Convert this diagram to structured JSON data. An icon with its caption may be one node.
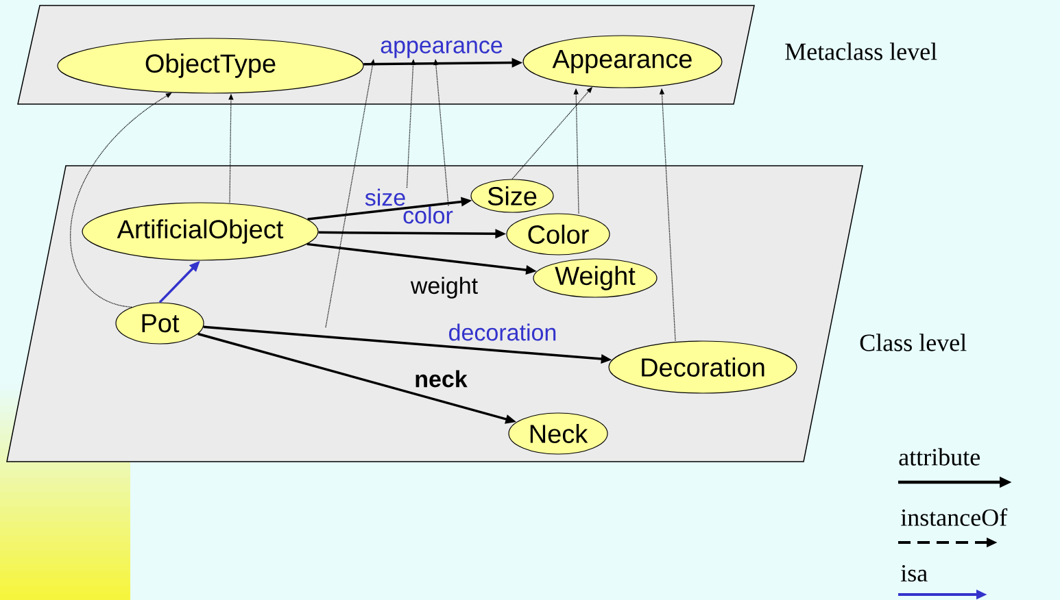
{
  "diagram": {
    "nodes": [
      {
        "text": [
          "Metaclass level"
        ]
      },
      {
        "text": [
          "ObjectType"
        ],
        "in": 0
      },
      {
        "text": [
          "Appearance"
        ],
        "in": 0
      },
      {
        "text": [
          "appearance"
        ],
        "in": 0
      },
      {
        "text": [
          "Class level"
        ]
      },
      {
        "text": [
          "ArtificialObject"
        ],
        "in": 4
      },
      {
        "text": [
          "size"
        ],
        "in": 4
      },
      {
        "text": [
          "Size"
        ],
        "in": 4
      },
      {
        "text": [
          "color"
        ],
        "in": 4
      },
      {
        "text": [
          "Color"
        ],
        "in": 4
      },
      {
        "text": [
          "Weight"
        ],
        "in": 4
      },
      {
        "text": [
          "Pot"
        ],
        "in": 4
      },
      {
        "text": [
          "Decoration"
        ],
        "in": 4
      },
      {
        "text": [
          "Neck"
        ],
        "in": 4
      }
    ],
    "edges": [
      {
        "from": 1,
        "to": 2,
        "arrow": "to"
      },
      {
        "from": 5,
        "to": 7,
        "arrow": "to"
      },
      {
        "from": 5,
        "to": 9,
        "arrow": "to"
      },
      {
        "from": 5,
        "to": 10,
        "arrow": "to",
        "label": "weight"
      },
      {
        "from": 11,
        "to": 12,
        "arrow": "to",
        "label": "decoration"
      },
      {
        "from": 11,
        "to": 13,
        "arrow": "to",
        "label": "neck"
      },
      {
        "from": 11,
        "to": 5,
        "arrow": "to",
        "color": "#3333cc"
      },
      {
        "from": 5,
        "to": 1,
        "arrow": "to",
        "style": "dashed"
      },
      {
        "from": 11,
        "to": 1,
        "arrow": "to",
        "style": "dashed"
      },
      {
        "from": 7,
        "to": 2,
        "arrow": "to",
        "style": "dashed"
      },
      {
        "from": 9,
        "to": 2,
        "arrow": "to",
        "style": "dashed"
      },
      {
        "from": 12,
        "to": 2,
        "arrow": "to",
        "style": "dashed"
      },
      {
        "from": 6,
        "to": 3,
        "arrow": "to",
        "style": "dashed"
      },
      {
        "from": 8,
        "to": 3,
        "arrow": "to",
        "style": "dashed"
      },
      {
        "from": null,
        "to": 3,
        "arrow": "to",
        "style": "dashed"
      }
    ],
    "legend": [
      {
        "text": "attribute"
      },
      {
        "text": "instanceOf"
      },
      {
        "text": "isa"
      }
    ]
  }
}
